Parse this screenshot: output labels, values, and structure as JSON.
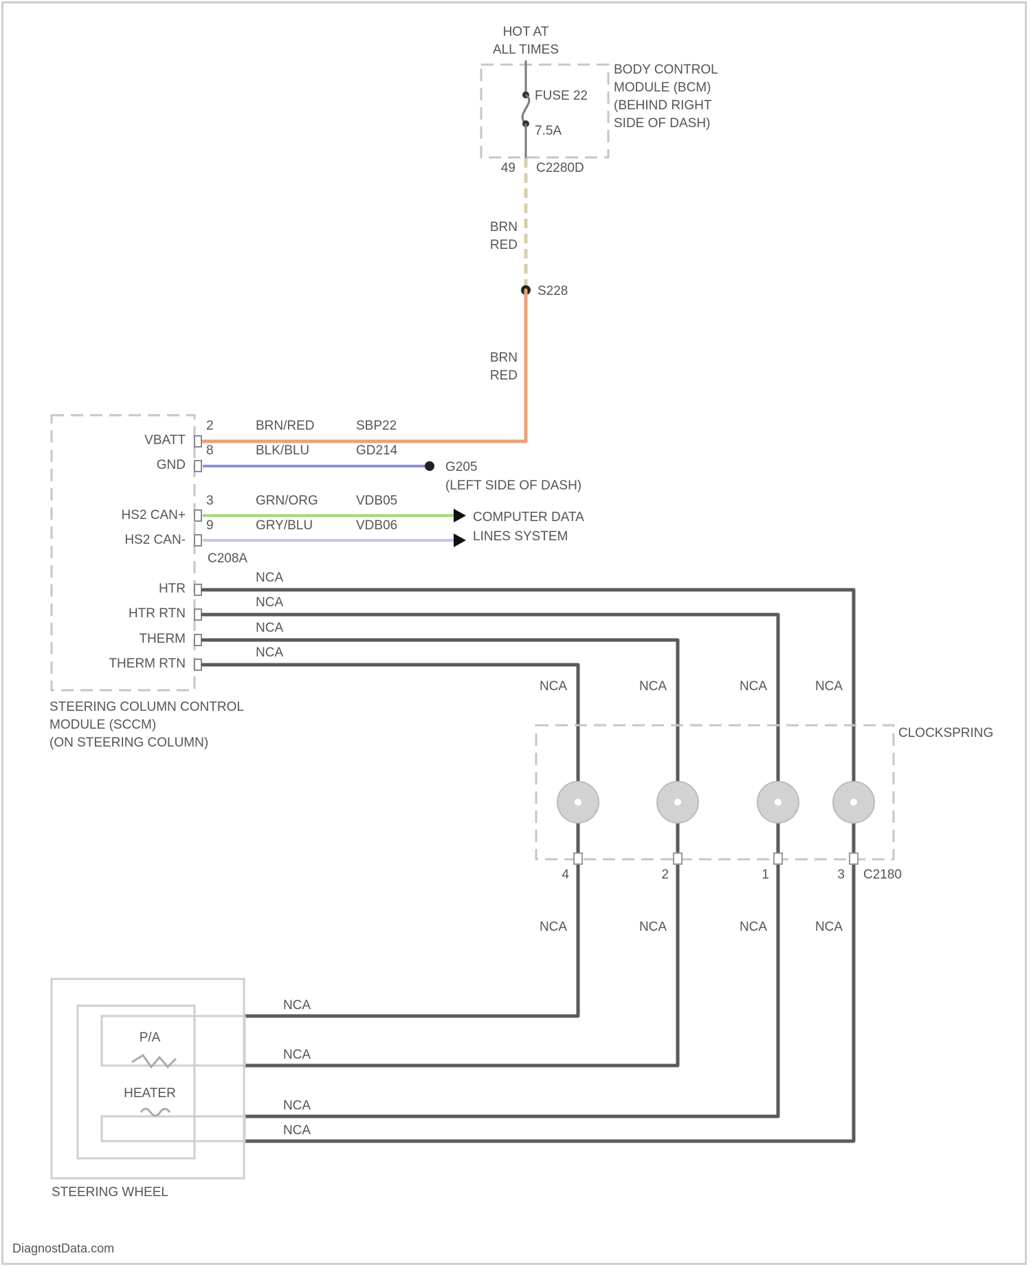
{
  "bcm": {
    "hot_line1": "HOT AT",
    "hot_line2": "ALL TIMES",
    "label_lines": [
      "BODY CONTROL",
      "MODULE (BCM)",
      "(BEHIND RIGHT",
      "SIDE OF DASH)"
    ],
    "fuse_name": "FUSE 22",
    "fuse_rating": "7.5A",
    "pin": "49",
    "connector": "C2280D"
  },
  "feed": {
    "upper_color_line1": "BRN",
    "upper_color_line2": "RED",
    "splice": "S228",
    "lower_color_line1": "BRN",
    "lower_color_line2": "RED"
  },
  "sccm": {
    "label_lines": [
      "STEERING COLUMN CONTROL",
      "MODULE (SCCM)",
      "(ON STEERING COLUMN)"
    ],
    "connector": "C208A",
    "pins": [
      {
        "name": "VBATT",
        "pin": "2",
        "color": "BRN/RED",
        "circuit": "SBP22"
      },
      {
        "name": "GND",
        "pin": "8",
        "color": "BLK/BLU",
        "circuit": "GD214"
      },
      {
        "name": "HS2 CAN+",
        "pin": "3",
        "color": "GRN/ORG",
        "circuit": "VDB05"
      },
      {
        "name": "HS2 CAN-",
        "pin": "9",
        "color": "GRY/BLU",
        "circuit": "VDB06"
      },
      {
        "name": "HTR",
        "pin": "",
        "color": "NCA",
        "circuit": ""
      },
      {
        "name": "HTR RTN",
        "pin": "",
        "color": "NCA",
        "circuit": ""
      },
      {
        "name": "THERM",
        "pin": "",
        "color": "NCA",
        "circuit": ""
      },
      {
        "name": "THERM RTN",
        "pin": "",
        "color": "NCA",
        "circuit": ""
      }
    ]
  },
  "ground": {
    "name": "G205",
    "location": "(LEFT SIDE OF DASH)"
  },
  "network": {
    "line1": "COMPUTER DATA",
    "line2": "LINES SYSTEM"
  },
  "clockspring": {
    "label": "CLOCKSPRING",
    "connector": "C2180",
    "column_wire_labels": [
      "NCA",
      "NCA",
      "NCA",
      "NCA"
    ],
    "pins": [
      "4",
      "2",
      "1",
      "3"
    ],
    "lower_wire_labels": [
      "NCA",
      "NCA",
      "NCA",
      "NCA"
    ]
  },
  "steering_wheel": {
    "label": "STEERING WHEEL",
    "sensor_label": "P/A",
    "heater_label": "HEATER",
    "wire_labels": [
      "NCA",
      "NCA",
      "NCA",
      "NCA"
    ]
  },
  "colors": {
    "brn_red_wire": "#e8a27a",
    "brn_red_dash": "#d8cfa8",
    "blk_blu_wire": "#8f8fd8",
    "grn_org_wire": "#a8d878",
    "gry_blu_wire": "#c4c4ec",
    "nca_wire": "#5a5a5a",
    "module_dash": "#c6c6c6"
  },
  "watermark": "DiagnostData.com"
}
